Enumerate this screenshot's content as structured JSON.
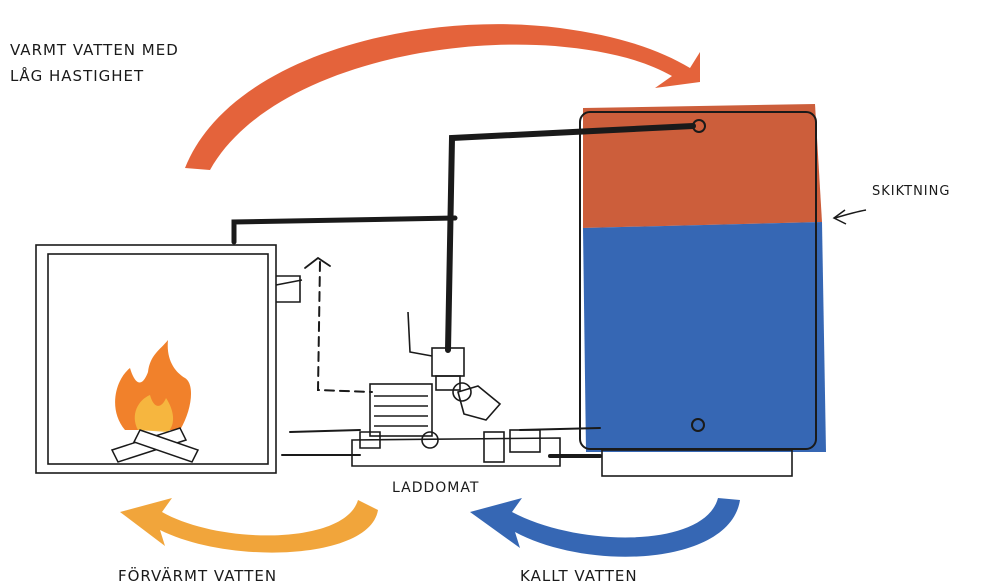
{
  "labels": {
    "hot_water_line1": "VARMT VATTEN MED",
    "hot_water_line2": "LÅG HASTIGHET",
    "stratification": "SKIKTNING",
    "laddomat": "LADDOMAT",
    "preheated_water": "FÖRVÄRMT VATTEN",
    "cold_water": "KALLT VATTEN"
  },
  "colors": {
    "hot_orange": "#e2562a",
    "hot_tank": "#c8502a",
    "cold_blue": "#2b5fb0",
    "warm_yellow": "#f0a030",
    "ink": "#1a1a1a",
    "flame_orange": "#f07a20",
    "flame_yellow": "#f5b840"
  },
  "icons": {
    "fire": "fire-icon",
    "arrow": "arrow-icon"
  }
}
